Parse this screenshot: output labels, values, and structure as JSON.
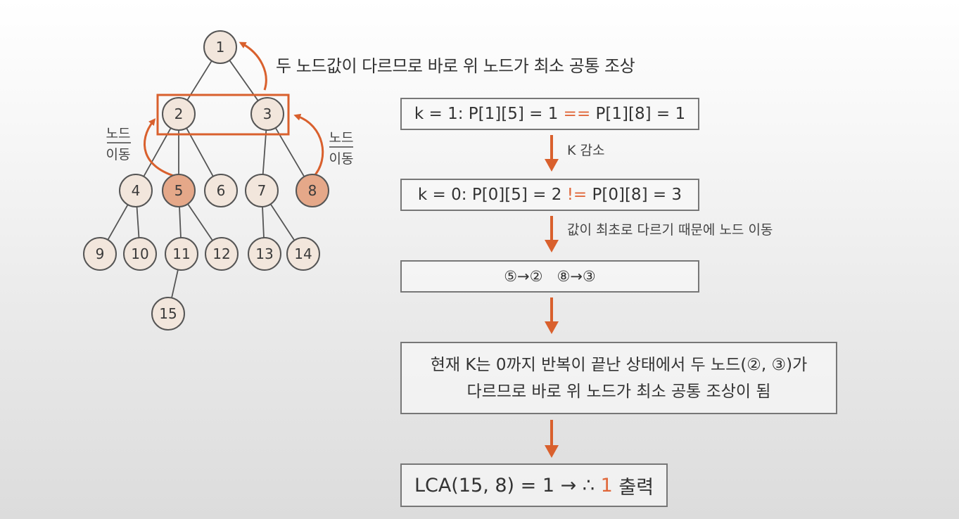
{
  "tree": {
    "nodes": [
      {
        "id": "1",
        "highlight": false
      },
      {
        "id": "2",
        "highlight": false
      },
      {
        "id": "3",
        "highlight": false
      },
      {
        "id": "4",
        "highlight": false
      },
      {
        "id": "5",
        "highlight": true
      },
      {
        "id": "6",
        "highlight": false
      },
      {
        "id": "7",
        "highlight": false
      },
      {
        "id": "8",
        "highlight": true
      },
      {
        "id": "9",
        "highlight": false
      },
      {
        "id": "10",
        "highlight": false
      },
      {
        "id": "11",
        "highlight": false
      },
      {
        "id": "12",
        "highlight": false
      },
      {
        "id": "13",
        "highlight": false
      },
      {
        "id": "14",
        "highlight": false
      },
      {
        "id": "15",
        "highlight": false
      }
    ],
    "edges": [
      [
        "1",
        "2"
      ],
      [
        "1",
        "3"
      ],
      [
        "2",
        "4"
      ],
      [
        "2",
        "5"
      ],
      [
        "2",
        "6"
      ],
      [
        "3",
        "7"
      ],
      [
        "3",
        "8"
      ],
      [
        "4",
        "9"
      ],
      [
        "4",
        "10"
      ],
      [
        "5",
        "11"
      ],
      [
        "5",
        "12"
      ],
      [
        "7",
        "13"
      ],
      [
        "7",
        "14"
      ],
      [
        "11",
        "15"
      ]
    ],
    "left_move_label": [
      "노드",
      "이동"
    ],
    "right_move_label": [
      "노드",
      "이동"
    ],
    "top_note": "두 노드값이 다르므로 바로 위 노드가 최소 공통 조상"
  },
  "steps": {
    "s1": {
      "pre": "k = 1: P[1][5] = 1 ",
      "op": "==",
      "post": " P[1][8] = 1"
    },
    "arrow1_label": "K 감소",
    "s2": {
      "pre": "k = 0: P[0][5] = 2 ",
      "op": "!=",
      "post": " P[0][8] = 3"
    },
    "arrow2_label": "값이 최초로 다르기 때문에 노드 이동",
    "s3": "⑤→②   ⑧→③",
    "s4": {
      "line1": "현재 K는 0까지 반복이 끝난 상태에서 두 노드(②, ③)가",
      "line2": "다르므로 바로 위 노드가 최소 공통 조상이 됨"
    },
    "s5": {
      "pre": "LCA(15, 8) = 1 → ∴ ",
      "result": "1",
      "post": " 출력"
    }
  },
  "colors": {
    "accent": "#d9602d",
    "node_fill": "#f2e6dc",
    "node_highlight": "#e5a889",
    "node_stroke": "#555555",
    "text_highlight": "#e0673a"
  }
}
